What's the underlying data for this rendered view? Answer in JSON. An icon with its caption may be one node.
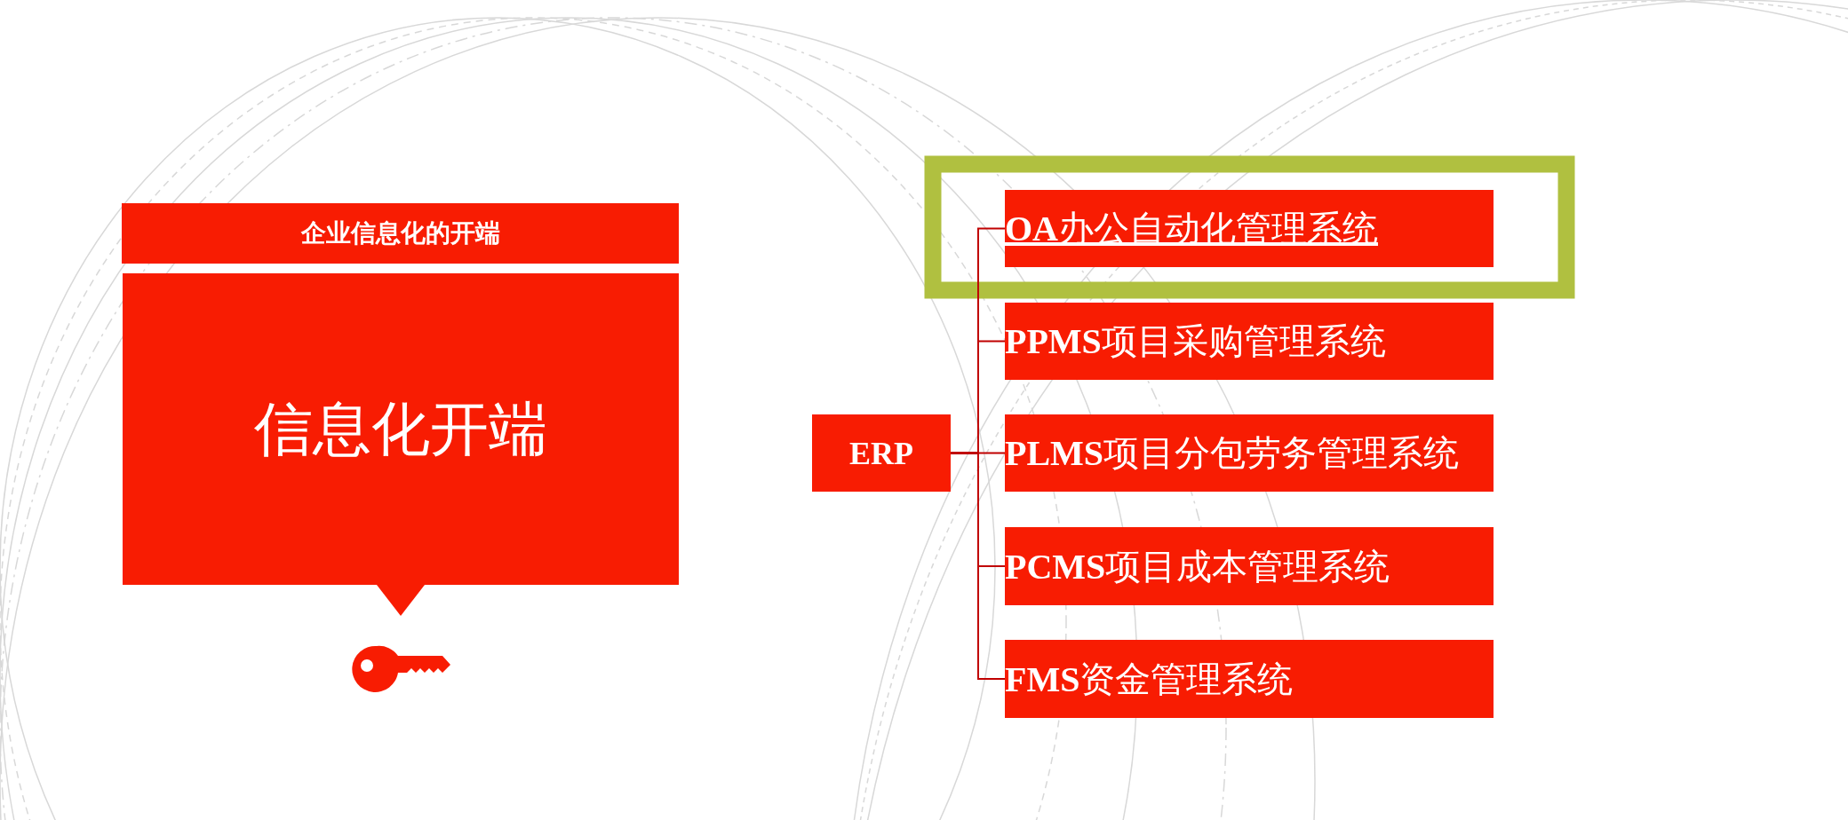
{
  "diagram": {
    "nodes": [
      {
        "text": [
          "企业信息化的开端"
        ]
      },
      {
        "text": [
          "信息化开端"
        ]
      },
      {
        "text": [
          "ERP"
        ]
      },
      {
        "text": [
          "**OA**办公自动化管理系统"
        ]
      },
      {
        "text": [
          "**PPMS**项目采购管理系统"
        ]
      },
      {
        "text": [
          "**PLMS**项目分包劳务管理系统"
        ]
      },
      {
        "text": [
          "**PCMS**项目成本管理系统"
        ]
      },
      {
        "text": [
          "**FMS**资金管理系统"
        ]
      }
    ],
    "edges": [
      {
        "from": 2,
        "to": 3,
        "arrow": "none"
      },
      {
        "from": 2,
        "to": 4,
        "arrow": "none"
      },
      {
        "from": 2,
        "to": 5,
        "arrow": "none"
      },
      {
        "from": 2,
        "to": 6,
        "arrow": "none"
      },
      {
        "from": 2,
        "to": 7,
        "arrow": "none"
      }
    ]
  }
}
